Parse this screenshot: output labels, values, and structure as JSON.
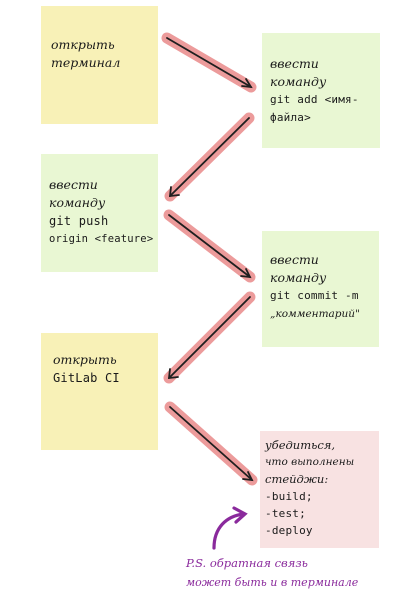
{
  "colors": {
    "note_yellow": "#f8f1b7",
    "note_green": "#e9f7d3",
    "note_pink": "#f8e2e2",
    "arrow_glow": "#e98a8a",
    "arrow_line": "#1f1f1f",
    "ps_color": "#8a2a9c"
  },
  "steps": [
    {
      "lines": [
        "открыть",
        "терминал"
      ]
    },
    {
      "lines": [
        "ввести",
        "команду",
        "git add <имя-",
        "файла>"
      ]
    },
    {
      "lines": [
        "ввести",
        "команду",
        "git push",
        "origin <feature>"
      ]
    },
    {
      "lines": [
        "ввести",
        "команду",
        "git commit -m",
        "„комментарий\""
      ]
    },
    {
      "lines": [
        "открыть",
        "GitLab CI"
      ]
    },
    {
      "lines": [
        "убедиться,",
        "что выполнены",
        "стейджи:",
        "-build;",
        "-test;",
        "-deploy"
      ]
    }
  ],
  "ps_note": {
    "line1": "P.S. обратная связь",
    "line2": "может быть и в терминале"
  }
}
